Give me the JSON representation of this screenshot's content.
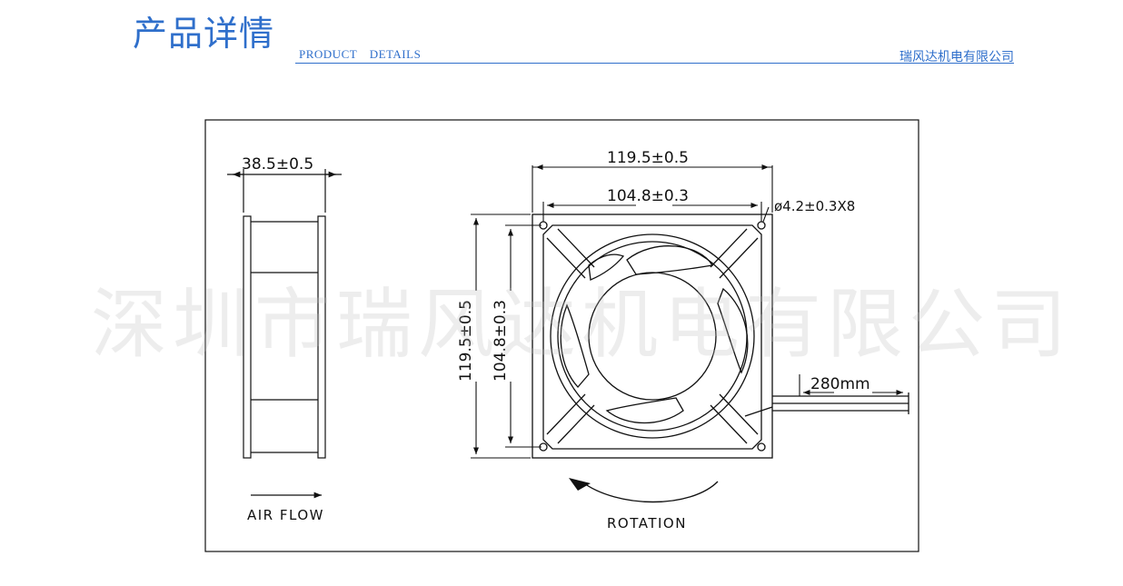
{
  "header": {
    "title": "产品详情",
    "subtitle": "PRODUCT   DETAILS",
    "company": "瑞风达机电有限公司"
  },
  "watermark": "深圳市瑞风达机电有限公司",
  "drawing": {
    "side_depth": "38.5±0.5",
    "frame_width": "119.5±0.5",
    "hole_spacing": "104.8±0.3",
    "hole_spec": "ø4.2±0.3X8",
    "frame_height": "119.5±0.5",
    "hole_spacing_v": "104.8±0.3",
    "lead_length": "280mm",
    "air_flow": "AIR FLOW",
    "rotation": "ROTATION"
  }
}
